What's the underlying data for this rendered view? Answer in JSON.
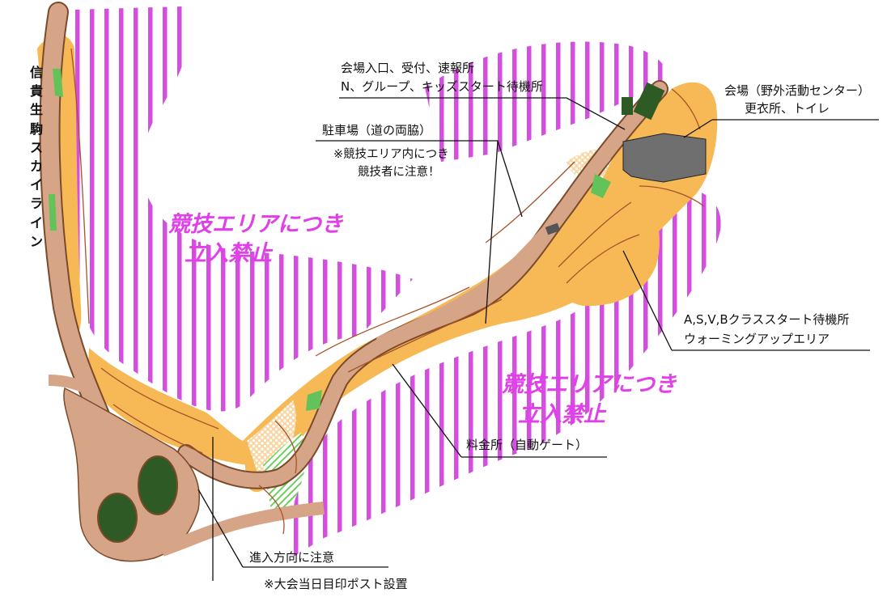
{
  "labels": {
    "entrance_line1": "会場入口、受付、速報所",
    "entrance_line2": "N、グループ、キッズスタート待機所",
    "venue_line1": "会場（野外活動センター）",
    "venue_line2": "更衣所、トイレ",
    "parking": "駐車場（道の両脇）",
    "parking_note_line1": "※競技エリア内につき",
    "parking_note_line2": "競技者に注意！",
    "warmup_line1": "A,S,V,Bクラススタート待機所",
    "warmup_line2": "ウォーミングアップエリア",
    "tollgate": "料金所（自動ゲート）",
    "direction": "進入方向に注意",
    "post_note": "※大会当日目印ポスト設置"
  },
  "road_name": "信貴生駒スカイライン",
  "restricted_left_line1": "競技エリアにつき",
  "restricted_left_line2": "立入禁止",
  "restricted_right_line1": "競技エリアにつき",
  "restricted_right_line2": "立入禁止",
  "colors": {
    "restricted_hatch": "#d44ee0",
    "open_land": "#f6b955",
    "road": "#d6a588",
    "forest_green": "#2e5a25",
    "light_green": "#63c25a",
    "building": "#6f6f6f",
    "contour": "#a6532a"
  }
}
